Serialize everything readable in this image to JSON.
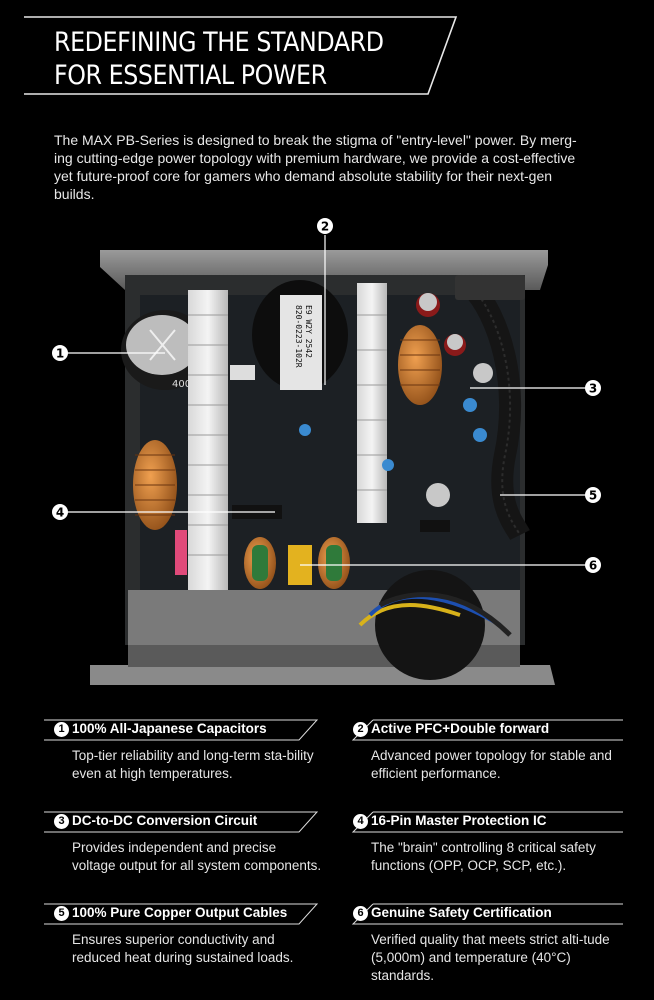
{
  "header": {
    "title_line1": "REDEFINING THE STANDARD",
    "title_line2": "FOR ESSENTIAL POWER"
  },
  "intro": "The MAX PB-Series is designed to break the stigma of \"entry-level\" power. By merg-ing cutting-edge power topology with premium hardware, we provide a cost-effective yet future-proof core for gamers who demand absolute stability for their next-gen builds.",
  "photo": {
    "capacitor_text": "400",
    "transformer_label_1": "820-0223-102R",
    "transformer_label_2": "E9 W2Y 2542",
    "callouts": [
      "1",
      "2",
      "3",
      "4",
      "5",
      "6"
    ]
  },
  "features": [
    {
      "num": "1",
      "title": "100% All-Japanese Capacitors",
      "desc": "Top-tier reliability and long-term sta-bility even at high temperatures."
    },
    {
      "num": "2",
      "title": "Active PFC+Double forward",
      "desc": "Advanced power topology for stable and efficient performance."
    },
    {
      "num": "3",
      "title": "DC-to-DC Conversion Circuit",
      "desc": "Provides independent and precise voltage output for all system components."
    },
    {
      "num": "4",
      "title": "16-Pin Master Protection IC",
      "desc": "The \"brain\" controlling 8 critical safety functions (OPP, OCP, SCP, etc.)."
    },
    {
      "num": "5",
      "title": "100% Pure Copper Output Cables",
      "desc": "Ensures superior conductivity and reduced heat during sustained loads."
    },
    {
      "num": "6",
      "title": "Genuine Safety Certification",
      "desc": "Verified quality that meets strict alti-tude (5,000m) and temperature (40°C) standards."
    }
  ]
}
